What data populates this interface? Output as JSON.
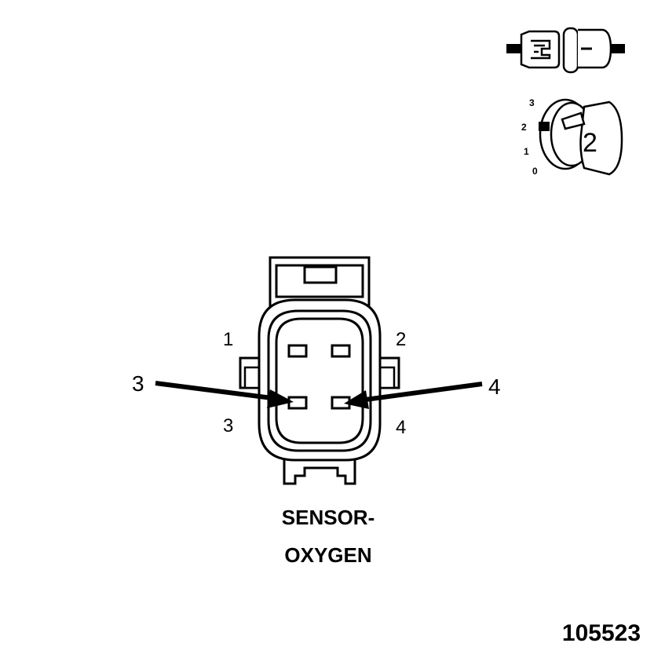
{
  "caption": {
    "line1": "SENSOR-",
    "line2": "OXYGEN"
  },
  "figure_number": "105523",
  "pins": {
    "p1": "1",
    "p2": "2",
    "p3": "3",
    "p4": "4"
  },
  "callouts": {
    "left": "3",
    "right": "4"
  },
  "key_icon": {
    "positions": [
      "3",
      "2",
      "1",
      "0"
    ],
    "value": "2"
  }
}
